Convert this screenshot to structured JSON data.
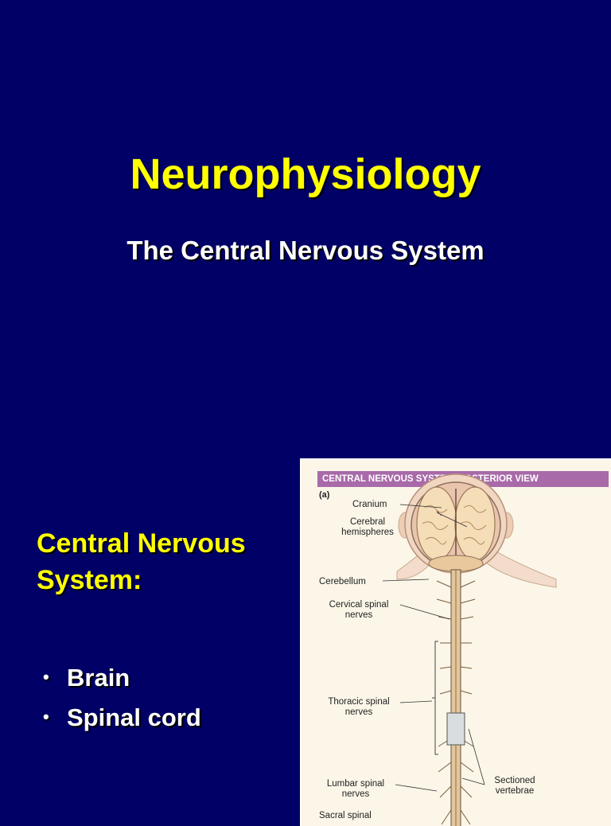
{
  "slide1": {
    "title": "Neurophysiology",
    "subtitle": "The Central Nervous System"
  },
  "slide2": {
    "heading_line1": "Central Nervous",
    "heading_line2": "System:",
    "bullets": [
      "Brain",
      "Spinal cord"
    ],
    "figure": {
      "header": "CENTRAL NERVOUS SYSTEM, POSTERIOR VIEW",
      "panel_letter": "(a)",
      "labels": {
        "cranium": "Cranium",
        "cerebral_1": "Cerebral",
        "cerebral_2": "hemispheres",
        "cerebellum": "Cerebellum",
        "cervical_1": "Cervical spinal",
        "cervical_2": "nerves",
        "thoracic_1": "Thoracic spinal",
        "thoracic_2": "nerves",
        "lumbar_1": "Lumbar spinal",
        "lumbar_2": "nerves",
        "sectioned_1": "Sectioned",
        "sectioned_2": "vertebrae",
        "sacral": "Sacral spinal"
      }
    }
  },
  "colors": {
    "background": "#000066",
    "title": "#ffff00",
    "text": "#ffffff",
    "figure_header": "#a86aa8"
  }
}
